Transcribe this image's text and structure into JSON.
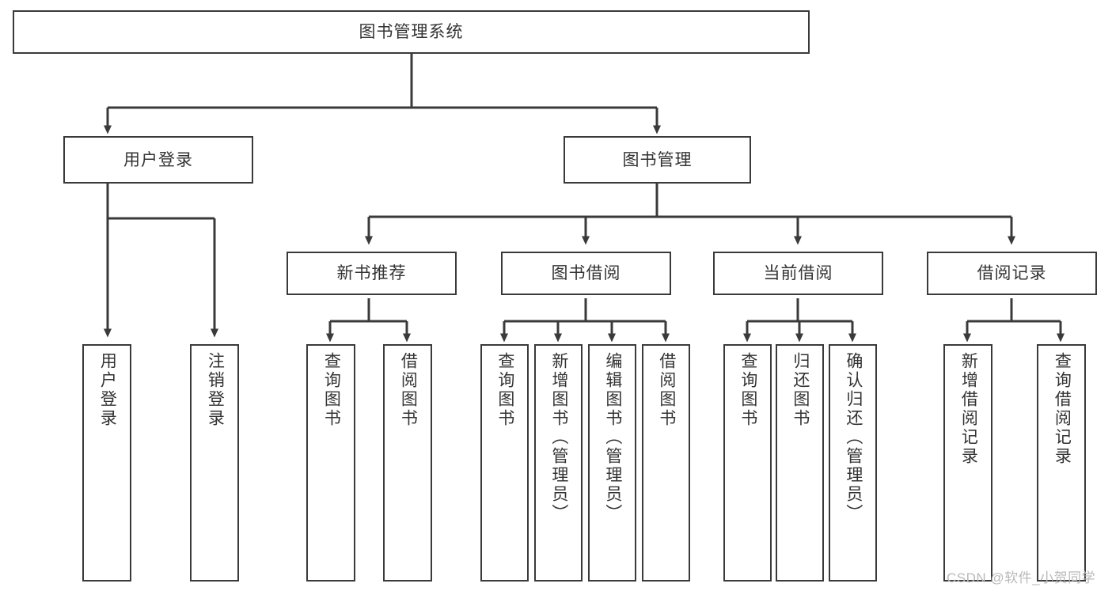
{
  "diagram": {
    "type": "tree",
    "title_node": "图书管理系统",
    "nodes": {
      "root": {
        "label": "图书管理系统"
      },
      "l2": [
        {
          "label": "用户登录"
        },
        {
          "label": "图书管理"
        }
      ],
      "l3": [
        {
          "label": "新书推荐"
        },
        {
          "label": "图书借阅"
        },
        {
          "label": "当前借阅"
        },
        {
          "label": "借阅记录"
        }
      ],
      "leaves_login": [
        {
          "label": "用户登录"
        },
        {
          "label": "注销登录"
        }
      ],
      "leaves_new_books": [
        {
          "label": "查询图书"
        },
        {
          "label": "借阅图书"
        }
      ],
      "leaves_borrow": [
        {
          "label": "查询图书"
        },
        {
          "label": "新增图书（管理员）"
        },
        {
          "label": "编辑图书（管理员）"
        },
        {
          "label": "借阅图书"
        }
      ],
      "leaves_current": [
        {
          "label": "查询图书"
        },
        {
          "label": "归还图书"
        },
        {
          "label": "确认归还（管理员）"
        }
      ],
      "leaves_records": [
        {
          "label": "新增借阅记录"
        },
        {
          "label": "查询借阅记录"
        }
      ]
    },
    "colors": {
      "stroke": "#3a3a3a",
      "text": "#333333",
      "background": "#ffffff",
      "watermark": "#b9b9b9"
    }
  },
  "watermark": {
    "text": "CSDN @软件_小贺同学"
  }
}
